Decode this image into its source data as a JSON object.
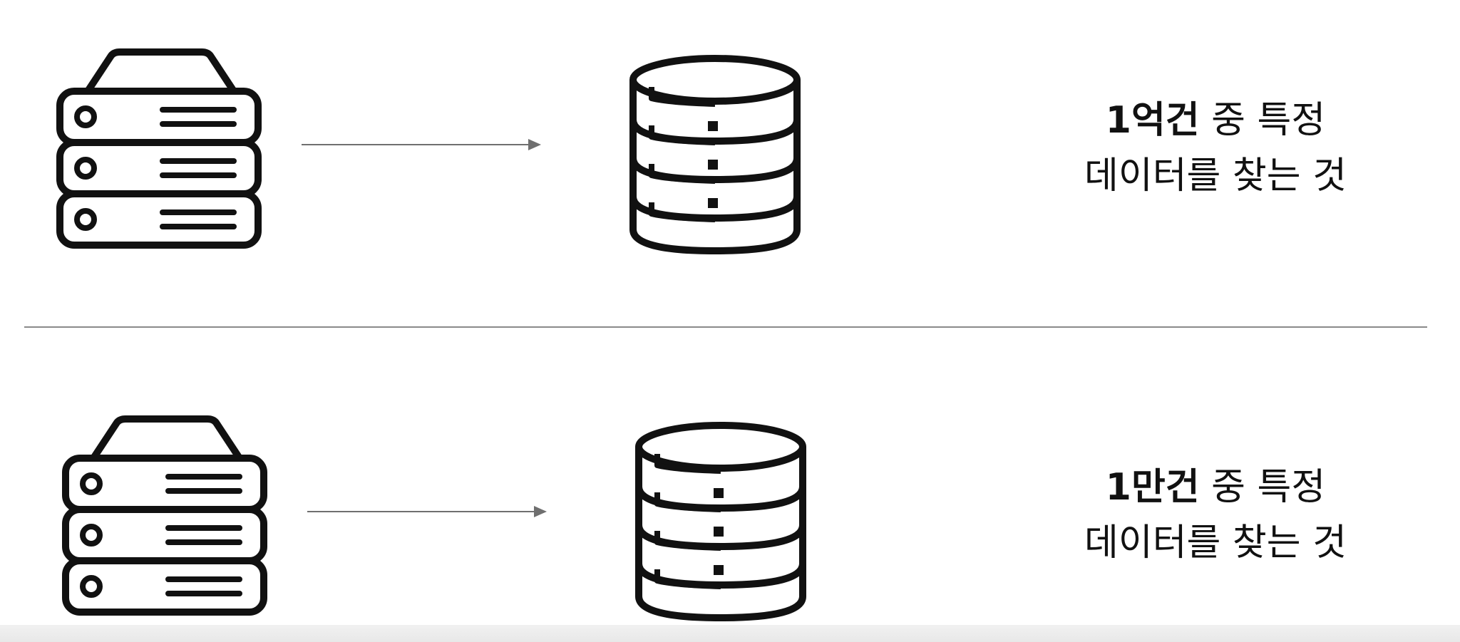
{
  "rows": [
    {
      "amount": "1억건",
      "rest": " 중 특정",
      "line2": "데이터를 찾는 것"
    },
    {
      "amount": "1만건",
      "rest": " 중 특정",
      "line2": "데이터를 찾는 것"
    }
  ],
  "icons": {
    "server": "server-icon",
    "database": "database-icon",
    "arrow": "arrow-right-icon"
  },
  "colors": {
    "background": "#ffffff",
    "icon_stroke": "#111111",
    "arrow": "#6f6f6f",
    "divider": "#8a8a8a",
    "text": "#111111"
  }
}
